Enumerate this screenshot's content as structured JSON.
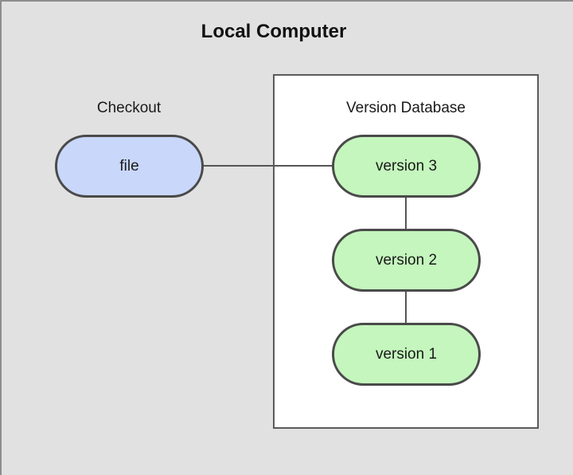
{
  "diagram": {
    "title": "Local Computer",
    "checkout_label": "Checkout",
    "database_label": "Version Database",
    "file_node": "file",
    "versions": [
      "version 3",
      "version 2",
      "version 1"
    ]
  },
  "colors": {
    "background": "#e1e1e1",
    "file_fill": "#c9d7fb",
    "version_fill": "#c4f6bd",
    "stroke": "#4a4a4a"
  }
}
